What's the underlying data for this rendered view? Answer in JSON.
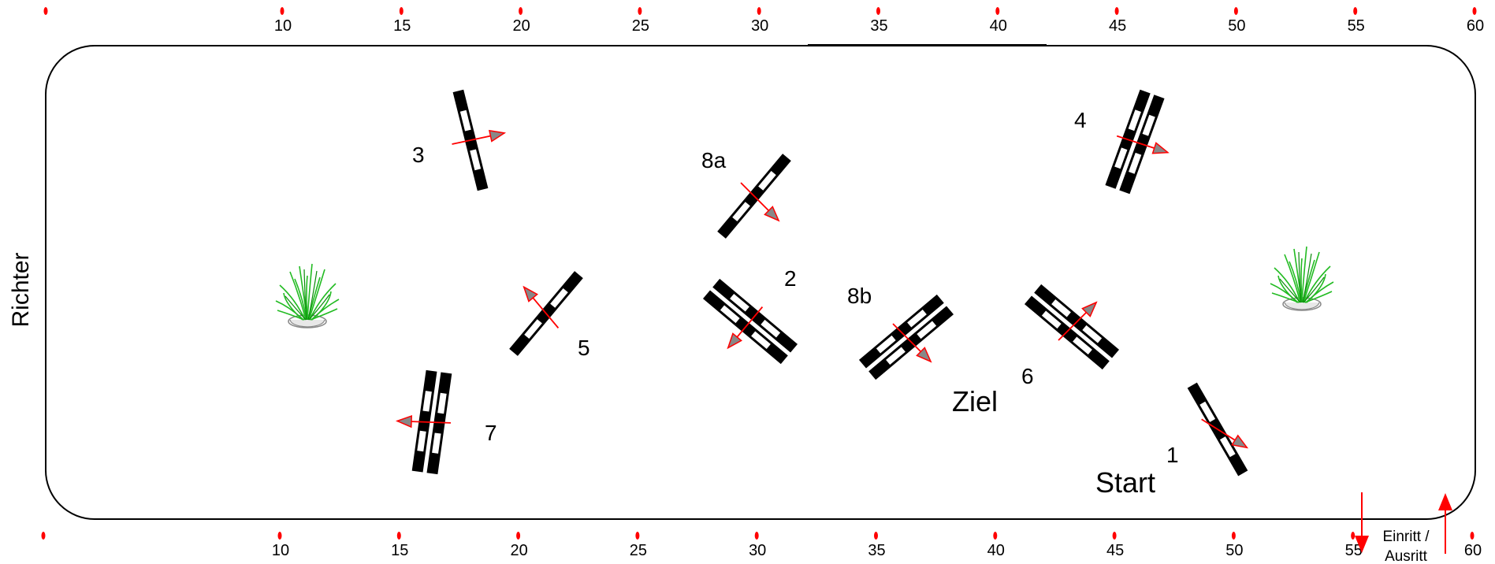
{
  "arena": {
    "judge_label": "Richter",
    "top_scale": [
      "10",
      "15",
      "20",
      "25",
      "30",
      "35",
      "40",
      "45",
      "50",
      "55",
      "60"
    ],
    "bottom_scale": [
      "10",
      "15",
      "20",
      "25",
      "30",
      "35",
      "40",
      "45",
      "50",
      "55",
      "60"
    ],
    "entry_label_line1": "Einritt /",
    "entry_label_line2": "Ausritt"
  },
  "obstacles": [
    {
      "id": "1",
      "label": "1",
      "poles": 1
    },
    {
      "id": "2",
      "label": "2",
      "poles": 2
    },
    {
      "id": "3",
      "label": "3",
      "poles": 1
    },
    {
      "id": "4",
      "label": "4",
      "poles": 2
    },
    {
      "id": "5",
      "label": "5",
      "poles": 1
    },
    {
      "id": "6",
      "label": "6",
      "poles": 2
    },
    {
      "id": "7",
      "label": "7",
      "poles": 2
    },
    {
      "id": "8a",
      "label": "8a",
      "poles": 1
    },
    {
      "id": "8b",
      "label": "8b",
      "poles": 2
    }
  ],
  "markers": {
    "start": "Start",
    "finish": "Ziel"
  },
  "colors": {
    "pole_dark": "#000000",
    "pole_light": "#ffffff",
    "arrow": "#ff0000",
    "arrow_head_fill": "#888888",
    "scale_dot": "#ff0000",
    "plant": "#22cc22"
  },
  "icons": [
    "plant-icon-left",
    "plant-icon-right"
  ]
}
